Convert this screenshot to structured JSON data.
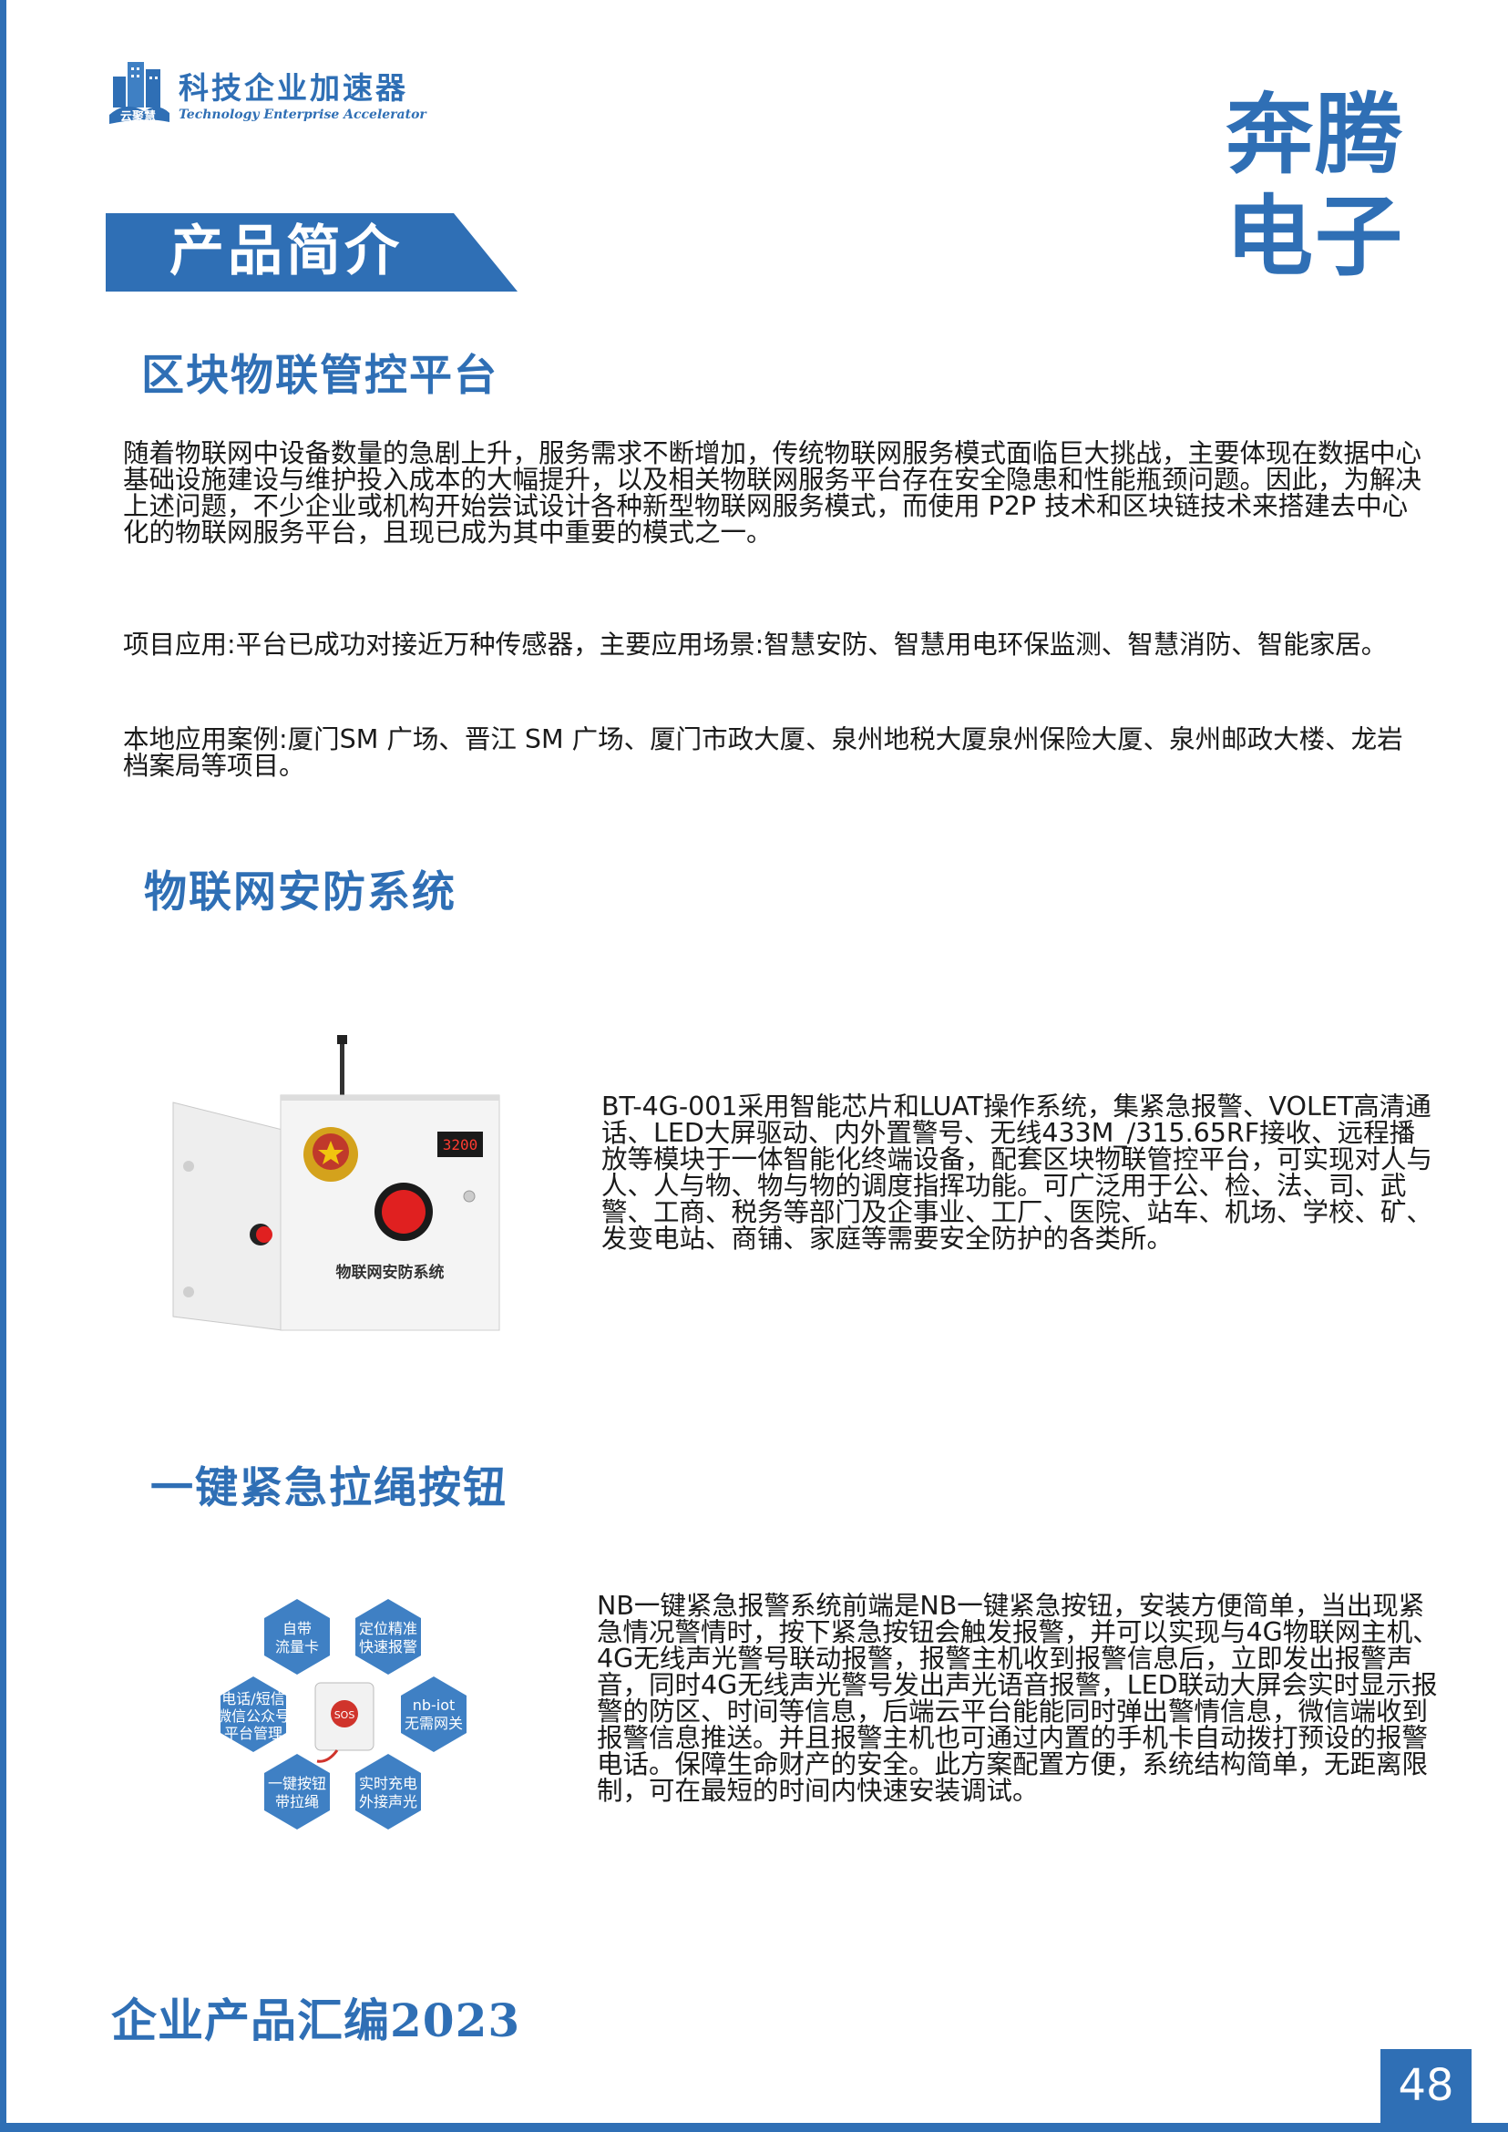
{
  "logo": {
    "brand_mark": "云聚慧",
    "title": "科技企业加速器",
    "subtitle": "Technology Enterprise Accelerator"
  },
  "company_name": "奔腾电子",
  "banner": {
    "label": "产品简介"
  },
  "sections": [
    {
      "heading": "区块物联管控平台",
      "paragraphs": [
        "随着物联网中设备数量的急剧上升，服务需求不断增加，传统物联网服务模式面临巨大挑战，主要体现在数据中心基础设施建设与维护投入成本的大幅提升，以及相关物联网服务平台存在安全隐患和性能瓶颈问题。因此，为解决上述问题，不少企业或机构开始尝试设计各种新型物联网服务模式，而使用 P2P 技术和区块链技术来搭建去中心化的物联网服务平台，且现已成为其中重要的模式之一。",
        "项目应用:平台已成功对接近万种传感器，主要应用场景:智慧安防、智慧用电环保监测、智慧消防、智能家居。",
        "本地应用案例:厦门SM 广场、晋江 SM 广场、厦门市政大厦、泉州地税大厦泉州保险大厦、泉州邮政大楼、龙岩档案局等项目。"
      ]
    },
    {
      "heading": "物联网安防系统",
      "image": {
        "display_number": "3200",
        "box_label": "物联网安防系统"
      },
      "description": "BT-4G-001采用智能芯片和LUAT操作系统，集紧急报警、VOLET高清通话、LED大屏驱动、内外置警号、无线433M_/315.65RF接收、远程播放等模块于一体智能化终端设备，配套区块物联管控平台，可实现对人与人、人与物、物与物的调度指挥功能。可广泛用于公、检、法、司、武警、工商、税务等部门及企事业、工厂、医院、站车、机场、学校、矿、发变电站、商铺、家庭等需要安全防护的各类所。"
    },
    {
      "heading": "一键紧急拉绳按钮",
      "image": {
        "hex_labels": [
          [
            "自带",
            "流量卡"
          ],
          [
            "定位精准",
            "快速报警"
          ],
          [
            "电话/短信",
            "微信公众号",
            "平台管理"
          ],
          [
            "nb-iot",
            "无需网关"
          ],
          [
            "一键按钮",
            "带拉绳"
          ],
          [
            "实时充电",
            "外接声光"
          ]
        ],
        "center_button": "SOS"
      },
      "description": "NB一键紧急报警系统前端是NB一键紧急按钮，安装方便简单，当出现紧急情况警情时，按下紧急按钮会触发报警，并可以实现与4G物联网主机、4G无线声光警号联动报警，报警主机收到报警信息后，立即发出报警声音，同时4G无线声光警号发出声光语音报警，LED联动大屏会实时显示报警的防区、时间等信息，后端云平台能能同时弹出警情信息，微信端收到报警信息推送。并且报警主机也可通过内置的手机卡自动拨打预设的报警电话。保障生命财产的安全。此方案配置方便，系统结构简单，无距离限制，可在最短的时间内快速安装调试。"
    }
  ],
  "footer": {
    "title": "企业产品汇编2023",
    "page_number": "48"
  },
  "colors": {
    "accent": "#2f6fb5",
    "text": "#1a1a1a",
    "hex_fill": "#3f80c4"
  }
}
